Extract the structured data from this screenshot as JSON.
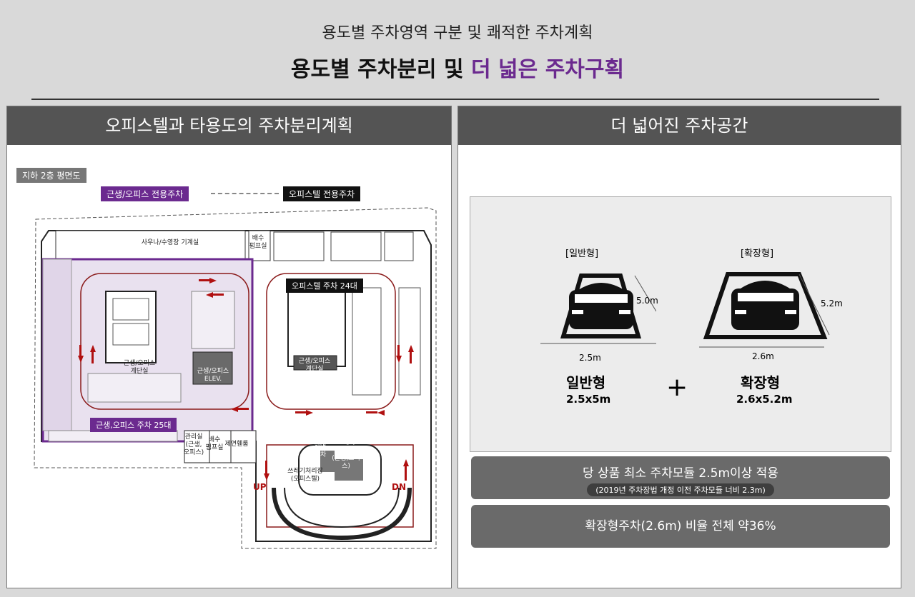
{
  "header": {
    "subtitle": "용도별 주차영역 구분 및 쾌적한 주차계획",
    "headline_main": "용도별 주차분리 및 ",
    "headline_highlight": "더 넓은 주차구획"
  },
  "colors": {
    "accent_purple": "#6b2a8f",
    "panel_header": "#545454",
    "arrow_red": "#b01010",
    "tag_black": "#111111"
  },
  "left_panel": {
    "title": "오피스텔과 타용도의 주차분리계획",
    "floor_label": "지하 2층 평면도",
    "legend_commercial": "근생/오피스 전용주차",
    "legend_officetel": "오피스텔 전용주차",
    "zone_commercial": "근생,오피스 주차 25대",
    "zone_officetel": "오피스텔 주차 24대",
    "room_mechanical": "사우나/수영장 기계실",
    "room_drain": "배수\n펌프실",
    "elev_commercial": "근생/오피스\nELEV.",
    "stair_commercial": "근생/오피스\n계단실",
    "stair_officetel": "근생/오피스\n계단실",
    "room_manage": "관리실\n(근생,\n오피스)",
    "room_drain2": "배수\n펌프실",
    "room_fire": "제연휀룸",
    "room_garbage": "쓰레기\n저리장\n(근생,오피스)",
    "room_garbage2": "쓰레기처리장\n(오피스텔)",
    "room_dry": "하역\n주차",
    "label_up": "UP",
    "label_dn": "DN",
    "icon_arrow": "red-arrow-icon"
  },
  "right_panel": {
    "title": "더 넓어진 주차공간",
    "standard": {
      "tag": "[일반형]",
      "width": "2.5m",
      "length": "5.0m",
      "name": "일반형",
      "size": "2.5x5m"
    },
    "extended": {
      "tag": "[확장형]",
      "width": "2.6m",
      "length": "5.2m",
      "name": "확장형",
      "size": "2.6x5.2m"
    },
    "plus": "+",
    "info1_main": "당 상품 최소 주차모듈 2.5m이상 적용",
    "info1_sub": "(2019년 주차장법 개정 이전 주차모듈 너비 2.3m)",
    "info2": "확장형주차(2.6m) 비율 전체 약36%"
  }
}
